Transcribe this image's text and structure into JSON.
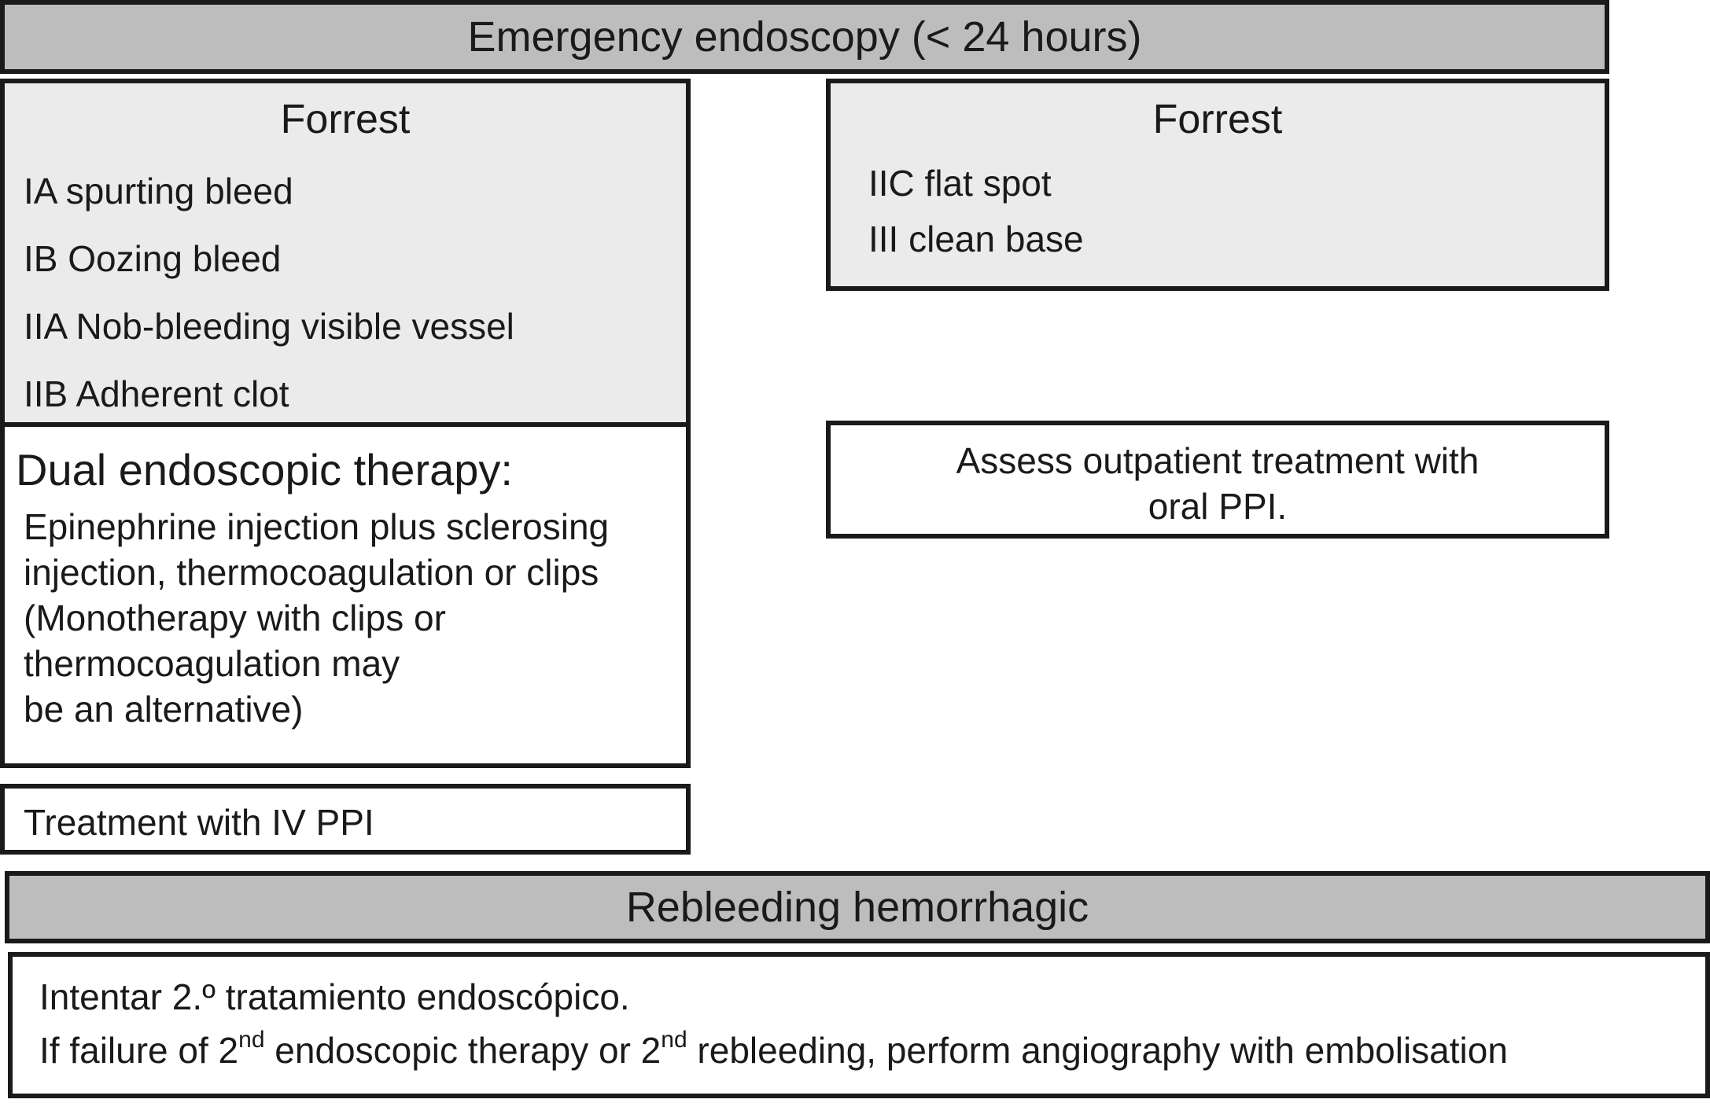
{
  "header": {
    "title": "Emergency endoscopy (< 24 hours)"
  },
  "left_forrest": {
    "title": "Forrest",
    "items": [
      "IA spurting bleed",
      "IB Oozing bleed",
      "IIA Nob-bleeding visible vessel",
      "IIB Adherent clot"
    ]
  },
  "right_forrest": {
    "title": "Forrest",
    "items": [
      "IIC flat spot",
      "III clean base"
    ]
  },
  "dual_therapy": {
    "title": "Dual endoscopic therapy:",
    "lines": [
      "Epinephrine injection plus sclerosing",
      "injection, thermocoagulation or clips",
      "(Monotherapy with clips or",
      "thermocoagulation may",
      "be an alternative)"
    ]
  },
  "outpatient": {
    "lines": [
      "Assess outpatient treatment with",
      "oral PPI."
    ]
  },
  "iv_ppi": {
    "text": "Treatment with IV PPI"
  },
  "rebleeding": {
    "title": "Rebleeding hemorrhagic",
    "line1": "Intentar 2.º tratamiento endoscópico.",
    "line2_part1": "If failure of 2",
    "line2_sup1": "nd",
    "line2_part2": " endoscopic therapy or 2",
    "line2_sup2": "nd",
    "line2_part3": " rebleeding, perform angiography with embolisation"
  }
}
